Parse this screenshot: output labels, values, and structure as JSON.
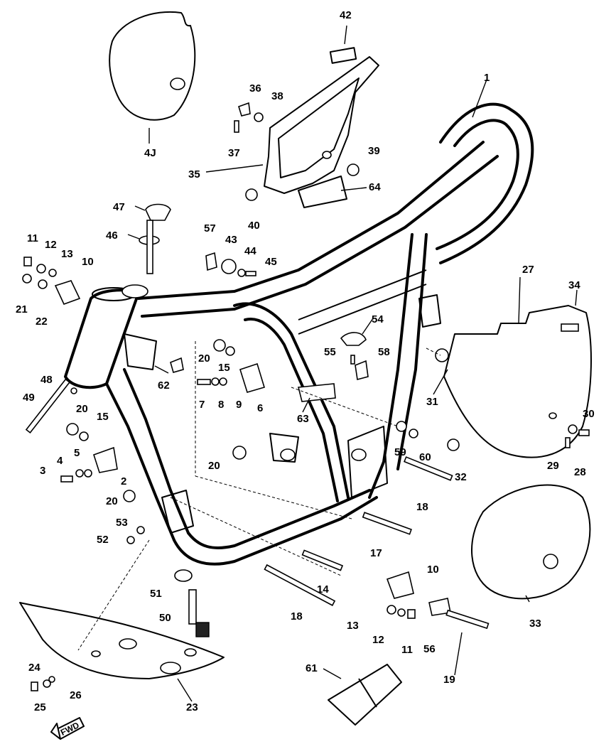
{
  "callouts": [
    {
      "id": "1",
      "label": "1"
    },
    {
      "id": "2",
      "label": "2"
    },
    {
      "id": "3",
      "label": "3"
    },
    {
      "id": "4",
      "label": "4"
    },
    {
      "id": "5",
      "label": "5"
    },
    {
      "id": "6",
      "label": "6"
    },
    {
      "id": "7",
      "label": "7"
    },
    {
      "id": "8",
      "label": "8"
    },
    {
      "id": "9",
      "label": "9"
    },
    {
      "id": "10a",
      "label": "10"
    },
    {
      "id": "10b",
      "label": "10"
    },
    {
      "id": "11a",
      "label": "11"
    },
    {
      "id": "11b",
      "label": "11"
    },
    {
      "id": "12a",
      "label": "12"
    },
    {
      "id": "12b",
      "label": "12"
    },
    {
      "id": "13a",
      "label": "13"
    },
    {
      "id": "13b",
      "label": "13"
    },
    {
      "id": "14",
      "label": "14"
    },
    {
      "id": "15a",
      "label": "15"
    },
    {
      "id": "15b",
      "label": "15"
    },
    {
      "id": "17",
      "label": "17"
    },
    {
      "id": "18a",
      "label": "18"
    },
    {
      "id": "18b",
      "label": "18"
    },
    {
      "id": "19",
      "label": "19"
    },
    {
      "id": "20a",
      "label": "20"
    },
    {
      "id": "20b",
      "label": "20"
    },
    {
      "id": "20c",
      "label": "20"
    },
    {
      "id": "20d",
      "label": "20"
    },
    {
      "id": "21",
      "label": "21"
    },
    {
      "id": "22",
      "label": "22"
    },
    {
      "id": "23",
      "label": "23"
    },
    {
      "id": "24",
      "label": "24"
    },
    {
      "id": "25",
      "label": "25"
    },
    {
      "id": "26",
      "label": "26"
    },
    {
      "id": "27",
      "label": "27"
    },
    {
      "id": "28",
      "label": "28"
    },
    {
      "id": "29",
      "label": "29"
    },
    {
      "id": "30",
      "label": "30"
    },
    {
      "id": "31",
      "label": "31"
    },
    {
      "id": "32",
      "label": "32"
    },
    {
      "id": "33",
      "label": "33"
    },
    {
      "id": "34",
      "label": "34"
    },
    {
      "id": "35",
      "label": "35"
    },
    {
      "id": "36",
      "label": "36"
    },
    {
      "id": "37",
      "label": "37"
    },
    {
      "id": "38",
      "label": "38"
    },
    {
      "id": "39",
      "label": "39"
    },
    {
      "id": "40",
      "label": "40"
    },
    {
      "id": "41",
      "label": "4J"
    },
    {
      "id": "42",
      "label": "42"
    },
    {
      "id": "43",
      "label": "43"
    },
    {
      "id": "44",
      "label": "44"
    },
    {
      "id": "45",
      "label": "45"
    },
    {
      "id": "46",
      "label": "46"
    },
    {
      "id": "47",
      "label": "47"
    },
    {
      "id": "48",
      "label": "48"
    },
    {
      "id": "49",
      "label": "49"
    },
    {
      "id": "50",
      "label": "50"
    },
    {
      "id": "51",
      "label": "51"
    },
    {
      "id": "52",
      "label": "52"
    },
    {
      "id": "53",
      "label": "53"
    },
    {
      "id": "54",
      "label": "54"
    },
    {
      "id": "55",
      "label": "55"
    },
    {
      "id": "56",
      "label": "56"
    },
    {
      "id": "57",
      "label": "57"
    },
    {
      "id": "58",
      "label": "58"
    },
    {
      "id": "59",
      "label": "59"
    },
    {
      "id": "60",
      "label": "60"
    },
    {
      "id": "61",
      "label": "61"
    },
    {
      "id": "62",
      "label": "62"
    },
    {
      "id": "63",
      "label": "63"
    },
    {
      "id": "64",
      "label": "64"
    }
  ],
  "direction_marker": {
    "label": "FWD"
  },
  "colors": {
    "line": "#000000",
    "background": "#ffffff"
  }
}
